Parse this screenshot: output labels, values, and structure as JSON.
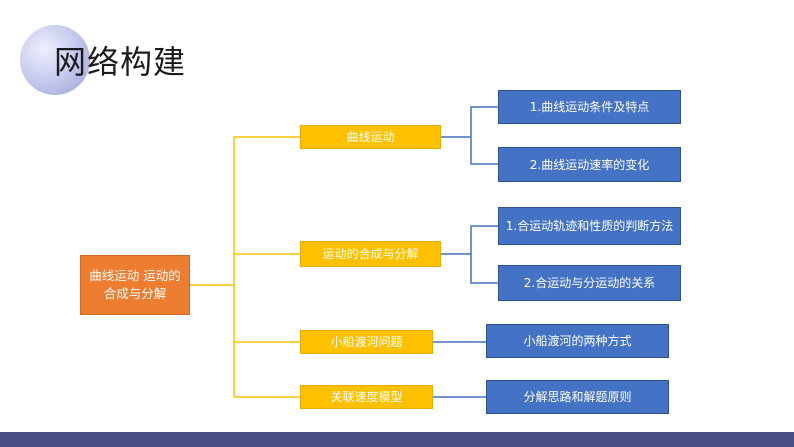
{
  "page": {
    "title": "网络构建"
  },
  "diagram": {
    "root": {
      "label": "曲线运动 运动的合成与分解"
    },
    "branches": [
      {
        "label": "曲线运动",
        "children": [
          "1.曲线运动条件及特点",
          "2.曲线运动速率的变化"
        ]
      },
      {
        "label": "运动的合成与分解",
        "children": [
          "1.合运动轨迹和性质的判断方法",
          "2.合运动与分运动的关系"
        ]
      },
      {
        "label": "小船渡河问题",
        "children": [
          "小船渡河的两种方式"
        ]
      },
      {
        "label": "关联速度模型",
        "children": [
          "分解思路和解题原则"
        ]
      }
    ]
  },
  "colors": {
    "root": "#ed7d31",
    "branch": "#ffc000",
    "leaf": "#4472c4",
    "branch_connector": "#ffc000",
    "leaf_connector": "#4472c4",
    "footer_bar": "#4a4f86"
  }
}
